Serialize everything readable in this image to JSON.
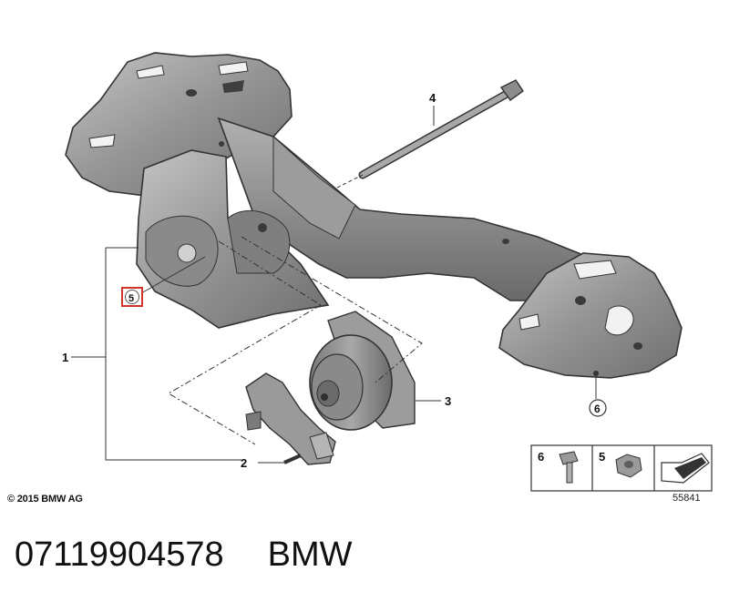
{
  "callouts": {
    "c1": "1",
    "c2": "2",
    "c3": "3",
    "c4": "4",
    "c5": "5",
    "c6": "6"
  },
  "legend": {
    "item_a": "6",
    "item_b": "5"
  },
  "copyright": "© 2015 BMW AG",
  "diagram_number": "55841",
  "footer": {
    "part_number": "07119904578",
    "brand": "BMW"
  },
  "colors": {
    "part_fill": "#8f8f8f",
    "part_light": "#b4b4b4",
    "part_dark": "#5e5e5e",
    "highlight": "#d0342c"
  }
}
